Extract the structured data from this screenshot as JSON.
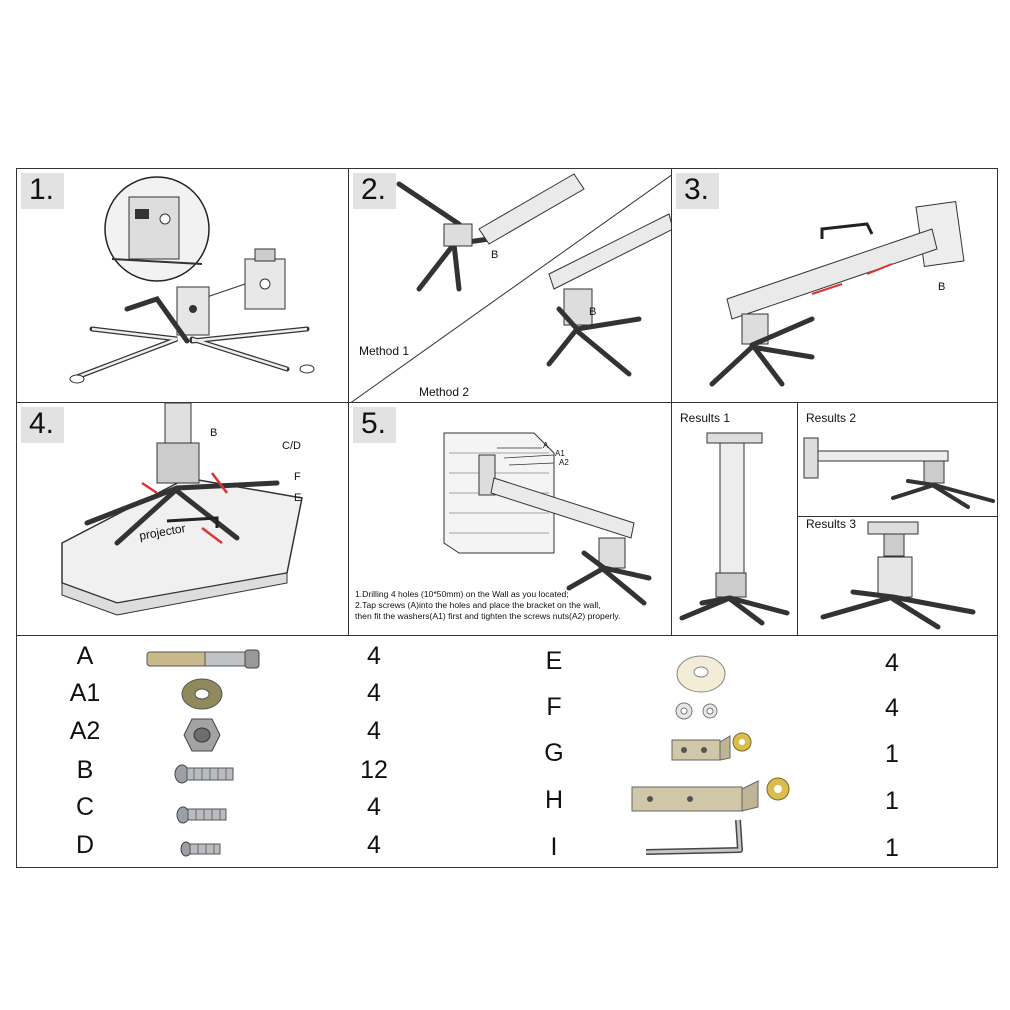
{
  "steps": [
    {
      "number": "1."
    },
    {
      "number": "2.",
      "labels": {
        "b1": "B",
        "b2": "B",
        "method1": "Method 1",
        "method2": "Method 2"
      }
    },
    {
      "number": "3.",
      "labels": {
        "b": "B"
      }
    },
    {
      "number": "4.",
      "labels": {
        "b": "B",
        "cd": "C/D",
        "f": "F",
        "e": "E",
        "projector": "projector"
      }
    },
    {
      "number": "5.",
      "labels": {
        "a": "A",
        "a1": "A1",
        "a2": "A2"
      },
      "instructions": [
        "1.Drilling 4 holes (10*50mm) on the Wall as you located;",
        "2.Tap screws (A)into the holes and place the bracket on the wall,",
        "then fit the washers(A1) first and tighten the screws nuts(A2) properly."
      ]
    }
  ],
  "results": [
    {
      "title": "Results 1"
    },
    {
      "title": "Results 2"
    },
    {
      "title": "Results 3"
    }
  ],
  "parts_left": [
    {
      "code": "A",
      "qty": "4",
      "icon": "anchor-bolt-icon"
    },
    {
      "code": "A1",
      "qty": "4",
      "icon": "flat-washer-icon"
    },
    {
      "code": "A2",
      "qty": "4",
      "icon": "hex-nut-icon"
    },
    {
      "code": "B",
      "qty": "12",
      "icon": "long-screw-icon"
    },
    {
      "code": "C",
      "qty": "4",
      "icon": "medium-screw-icon"
    },
    {
      "code": "D",
      "qty": "4",
      "icon": "short-screw-icon"
    }
  ],
  "parts_right": [
    {
      "code": "E",
      "qty": "4",
      "icon": "spacer-washer-icon"
    },
    {
      "code": "F",
      "qty": "4",
      "icon": "small-washers-icon"
    },
    {
      "code": "G",
      "qty": "1",
      "icon": "short-plate-icon"
    },
    {
      "code": "H",
      "qty": "1",
      "icon": "long-plate-icon"
    },
    {
      "code": "I",
      "qty": "1",
      "icon": "allen-key-icon"
    }
  ]
}
